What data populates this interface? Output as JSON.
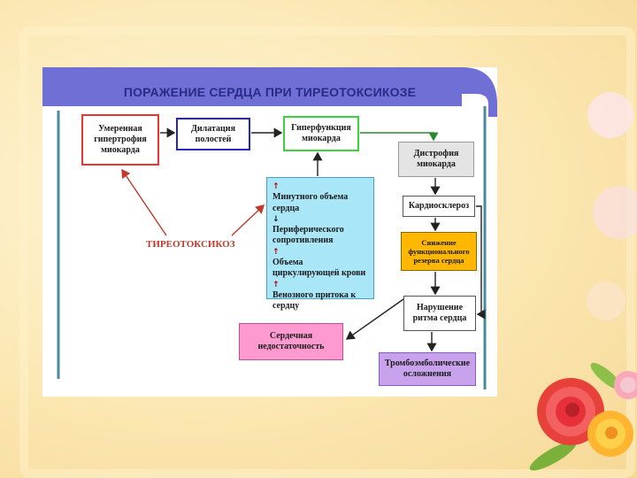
{
  "title": "ПОРАЖЕНИЕ СЕРДЦА ПРИ ТИРЕОТОКСИКОЗЕ",
  "boxes": {
    "hypertrophy": [
      "Умеренная",
      "гипертрофия",
      "миокарда"
    ],
    "dilation": [
      "Дилатация",
      "полостей"
    ],
    "hyperfunction": [
      "Гиперфункция",
      "миокарда"
    ],
    "dystrophy": [
      "Дистрофия",
      "миокарда"
    ],
    "cardiosclerosis": "Кардиосклероз",
    "reserve": [
      "Снижение",
      "функционального",
      "резерва сердца"
    ],
    "rhythm": [
      "Нарушение",
      "ритма сердца"
    ],
    "heart_failure": [
      "Сердечная",
      "недостаточность"
    ],
    "thromboembolic": [
      "Тромбоэмболические",
      "осложнения"
    ]
  },
  "hemodynamics": [
    {
      "arrow": "↑",
      "text": "Минутного объема"
    },
    {
      "arrow": "",
      "text": "сердца"
    },
    {
      "arrow": "↓",
      "text": "Периферического"
    },
    {
      "arrow": "",
      "text": "сопротивления"
    },
    {
      "arrow": "↑",
      "text": "Объема"
    },
    {
      "arrow": "",
      "text": "циркулирующей крови"
    },
    {
      "arrow": "↑",
      "text": "Венозного притока к"
    },
    {
      "arrow": "",
      "text": "сердцу"
    }
  ],
  "source_label": "ТИРЕОТОКСИКОЗ",
  "colors": {
    "banner": "#6f6fd6",
    "hypertrophy_border": "#e33333",
    "dilation_border": "#2323c8",
    "hyperfunction_border": "#3cd23c",
    "hemodynamics_fill": "#a9e6f7",
    "reserve_fill": "#ffb700",
    "heart_failure_fill": "#ff9ad0",
    "thromboembolic_fill": "#c9a2ee",
    "source_label": "#c0392b"
  },
  "decor": {
    "flower_icon": "rose-flower-icon"
  }
}
